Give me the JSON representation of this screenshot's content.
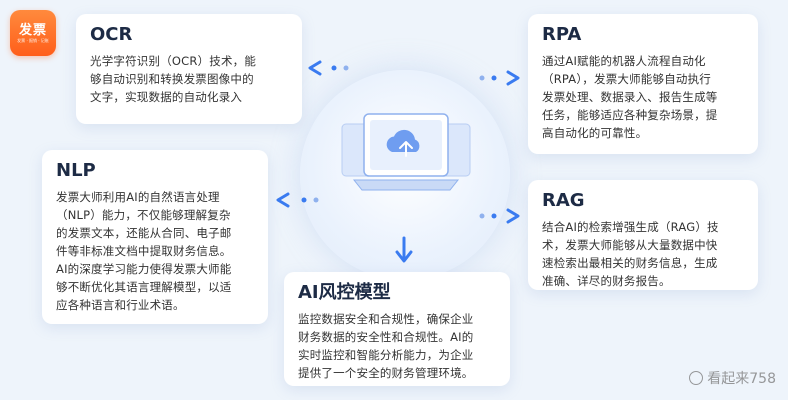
{
  "logo": {
    "text": "发票",
    "sub": "发票 · 报销 · 记账"
  },
  "center_icon": "laptop-cloud-upload-icon",
  "cards": {
    "ocr": {
      "title": "OCR",
      "lines": [
        "光学字符识别（OCR）技术，能",
        "够自动识别和转换发票图像中的",
        "文字，实现数据的自动化录入"
      ]
    },
    "rpa": {
      "title": "RPA",
      "lines": [
        "通过AI赋能的机器人流程自动化",
        "（RPA），发票大师能够自动执行",
        "发票处理、数据录入、报告生成等",
        "任务，能够适应各种复杂场景，提",
        "高自动化的可靠性。"
      ]
    },
    "nlp": {
      "title": "NLP",
      "lines": [
        "发票大师利用AI的自然语言处理",
        "（NLP）能力，不仅能够理解复杂",
        "的发票文本，还能从合同、电子邮",
        "件等非标准文档中提取财务信息。",
        "AI的深度学习能力使得发票大师能",
        "够不断优化其语言理解模型，以适",
        "应各种语言和行业术语。"
      ]
    },
    "rag": {
      "title": "RAG",
      "lines": [
        "结合AI的检索增强生成（RAG）技",
        "术，发票大师能够从大量数据中快",
        "速检索出最相关的财务信息，生成",
        "准确、详尽的财务报告。"
      ]
    },
    "ai": {
      "title": "AI风控模型",
      "lines": [
        "监控数据安全和合规性，确保企业",
        "财务数据的安全性和合规性。AI的",
        "实时监控和智能分析能力，为企业",
        "提供了一个安全的财务管理环境。"
      ]
    }
  },
  "colors": {
    "accent": "#3a7bf0",
    "background": "#eef4fb",
    "card": "#ffffff",
    "logo": "#ff6a25"
  },
  "watermark": "看起来758"
}
